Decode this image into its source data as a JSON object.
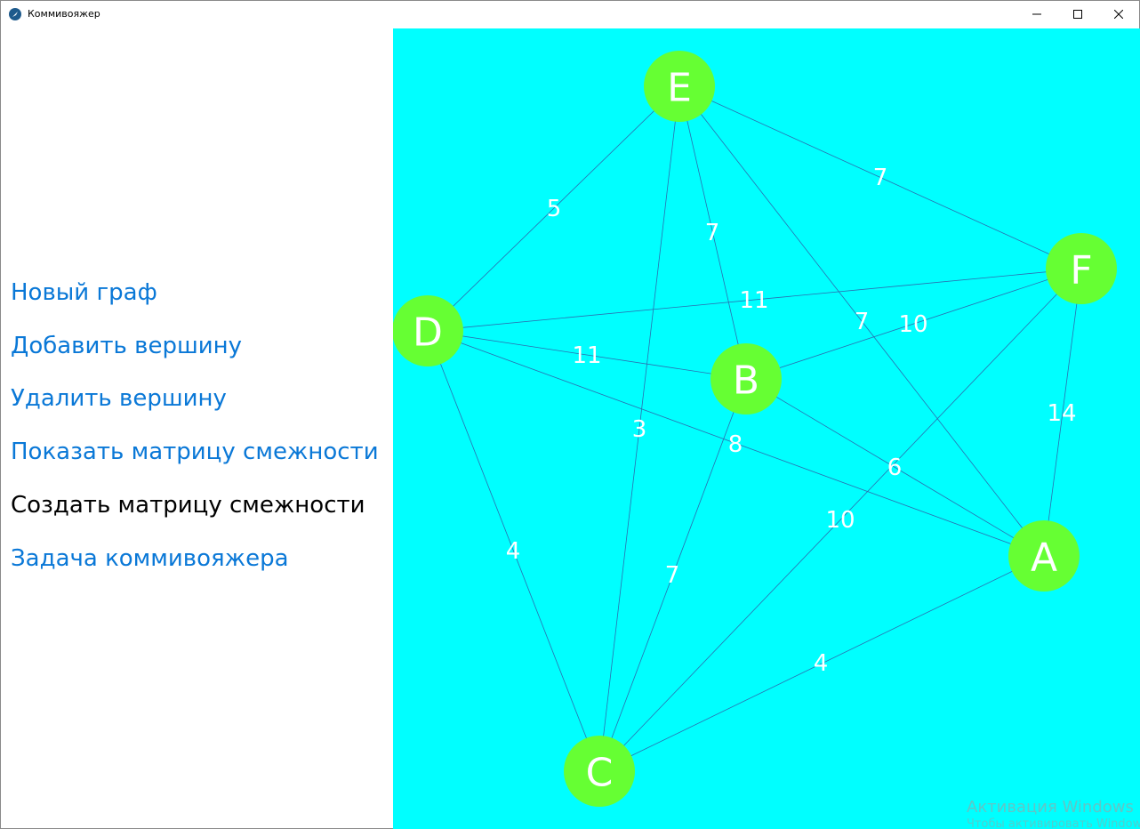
{
  "window": {
    "title": "Коммивояжер"
  },
  "menu": {
    "items": [
      {
        "label": "Новый граф",
        "active": false
      },
      {
        "label": "Добавить вершину",
        "active": false
      },
      {
        "label": "Удалить вершину",
        "active": false
      },
      {
        "label": "Показать матрицу смежности",
        "active": false
      },
      {
        "label": "Создать матрицу смежности",
        "active": true
      },
      {
        "label": "Задача коммивояжера",
        "active": false
      }
    ]
  },
  "graph": {
    "background_color": "#00ffff",
    "node_color": "#66ff33",
    "node_label_color": "#ffffff",
    "edge_label_color": "#ffffff",
    "vertices": [
      "A",
      "B",
      "C",
      "D",
      "E",
      "F"
    ],
    "edges": [
      {
        "from": "D",
        "to": "E",
        "weight": "5"
      },
      {
        "from": "E",
        "to": "F",
        "weight": "7"
      },
      {
        "from": "E",
        "to": "B",
        "weight": "7"
      },
      {
        "from": "E",
        "to": "A",
        "weight": "7"
      },
      {
        "from": "E",
        "to": "C",
        "weight": "3"
      },
      {
        "from": "D",
        "to": "F",
        "weight": "11"
      },
      {
        "from": "B",
        "to": "F",
        "weight": "10"
      },
      {
        "from": "D",
        "to": "B",
        "weight": "11"
      },
      {
        "from": "F",
        "to": "A",
        "weight": "14"
      },
      {
        "from": "D",
        "to": "A",
        "weight": "8"
      },
      {
        "from": "B",
        "to": "A",
        "weight": "6"
      },
      {
        "from": "F",
        "to": "C",
        "weight": "10"
      },
      {
        "from": "D",
        "to": "C",
        "weight": "4"
      },
      {
        "from": "B",
        "to": "C",
        "weight": "7"
      },
      {
        "from": "C",
        "to": "A",
        "weight": "4"
      }
    ]
  },
  "watermark": {
    "line1": "Активация Windows",
    "line2": "Чтобы активировать Windows"
  }
}
